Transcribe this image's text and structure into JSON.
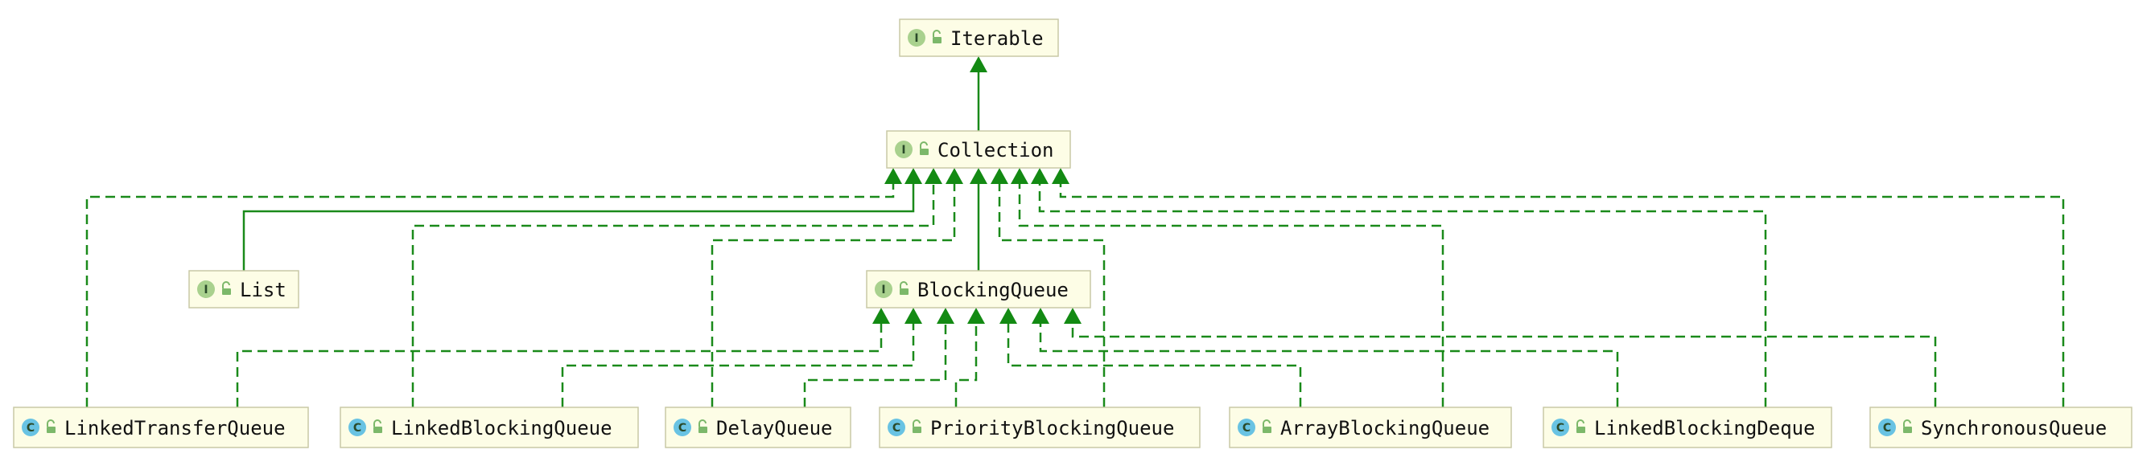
{
  "colors": {
    "interface_badge": "#a9d18e",
    "class_badge": "#69c3e3",
    "node_fill": "#fdfde6",
    "node_border": "#c9c9a6",
    "edge": "#1a8a1a"
  },
  "legend_icons": {
    "interface": "interface-I-icon",
    "class": "class-C-icon",
    "access": "lock-icon"
  },
  "nodes": [
    {
      "id": "iterable",
      "label": "Iterable",
      "kind": "interface",
      "badge": "I"
    },
    {
      "id": "collection",
      "label": "Collection",
      "kind": "interface",
      "badge": "I"
    },
    {
      "id": "list",
      "label": "List",
      "kind": "interface",
      "badge": "I"
    },
    {
      "id": "blockingqueue",
      "label": "BlockingQueue",
      "kind": "interface",
      "badge": "I"
    },
    {
      "id": "linkedtransferqueue",
      "label": "LinkedTransferQueue",
      "kind": "class",
      "badge": "C"
    },
    {
      "id": "linkedblockingqueue",
      "label": "LinkedBlockingQueue",
      "kind": "class",
      "badge": "C"
    },
    {
      "id": "delayqueue",
      "label": "DelayQueue",
      "kind": "class",
      "badge": "C"
    },
    {
      "id": "priorityblockingqueue",
      "label": "PriorityBlockingQueue",
      "kind": "class",
      "badge": "C"
    },
    {
      "id": "arrayblockingqueue",
      "label": "ArrayBlockingQueue",
      "kind": "class",
      "badge": "C"
    },
    {
      "id": "linkedblockingdeque",
      "label": "LinkedBlockingDeque",
      "kind": "class",
      "badge": "C"
    },
    {
      "id": "synchronousqueue",
      "label": "SynchronousQueue",
      "kind": "class",
      "badge": "C"
    }
  ],
  "edges": [
    {
      "from": "collection",
      "to": "iterable",
      "style": "solid"
    },
    {
      "from": "list",
      "to": "collection",
      "style": "solid"
    },
    {
      "from": "blockingqueue",
      "to": "collection",
      "style": "solid"
    },
    {
      "from": "linkedtransferqueue",
      "to": "collection",
      "style": "dashed"
    },
    {
      "from": "linkedblockingqueue",
      "to": "collection",
      "style": "dashed"
    },
    {
      "from": "delayqueue",
      "to": "collection",
      "style": "dashed"
    },
    {
      "from": "priorityblockingqueue",
      "to": "collection",
      "style": "dashed"
    },
    {
      "from": "arrayblockingqueue",
      "to": "collection",
      "style": "dashed"
    },
    {
      "from": "linkedblockingdeque",
      "to": "collection",
      "style": "dashed"
    },
    {
      "from": "synchronousqueue",
      "to": "collection",
      "style": "dashed"
    },
    {
      "from": "linkedtransferqueue",
      "to": "blockingqueue",
      "style": "dashed"
    },
    {
      "from": "linkedblockingqueue",
      "to": "blockingqueue",
      "style": "dashed"
    },
    {
      "from": "delayqueue",
      "to": "blockingqueue",
      "style": "dashed"
    },
    {
      "from": "priorityblockingqueue",
      "to": "blockingqueue",
      "style": "dashed"
    },
    {
      "from": "arrayblockingqueue",
      "to": "blockingqueue",
      "style": "dashed"
    },
    {
      "from": "linkedblockingdeque",
      "to": "blockingqueue",
      "style": "dashed"
    },
    {
      "from": "synchronousqueue",
      "to": "blockingqueue",
      "style": "dashed"
    }
  ]
}
